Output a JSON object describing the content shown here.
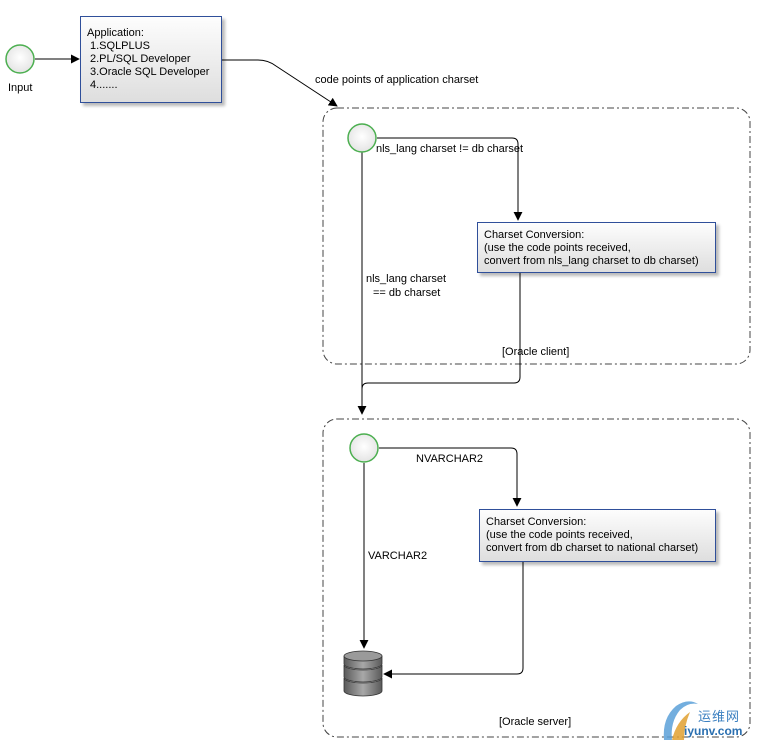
{
  "input": {
    "label": "Input"
  },
  "application": {
    "title": "Application:",
    "items": [
      "1.SQLPLUS",
      "2.PL/SQL Developer",
      "3.Oracle SQL Developer",
      "4......."
    ]
  },
  "edge_code_points": "code points of application charset",
  "client": {
    "label": "[Oracle client]",
    "edge_not_equal": "nls_lang charset != db charset",
    "edge_equal_line1": "nls_lang charset",
    "edge_equal_line2": "== db charset",
    "conversion": {
      "title": "Charset Conversion:",
      "line1": "(use the code points received,",
      "line2": "convert from nls_lang charset to db charset)"
    }
  },
  "server": {
    "label": "[Oracle server]",
    "edge_nvarchar": "NVARCHAR2",
    "edge_varchar": "VARCHAR2",
    "conversion": {
      "title": "Charset Conversion:",
      "line1": "(use the code points received,",
      "line2": "convert from db charset to national charset)"
    }
  },
  "watermark": {
    "cn": "运维网",
    "en": "iyunv.com"
  }
}
